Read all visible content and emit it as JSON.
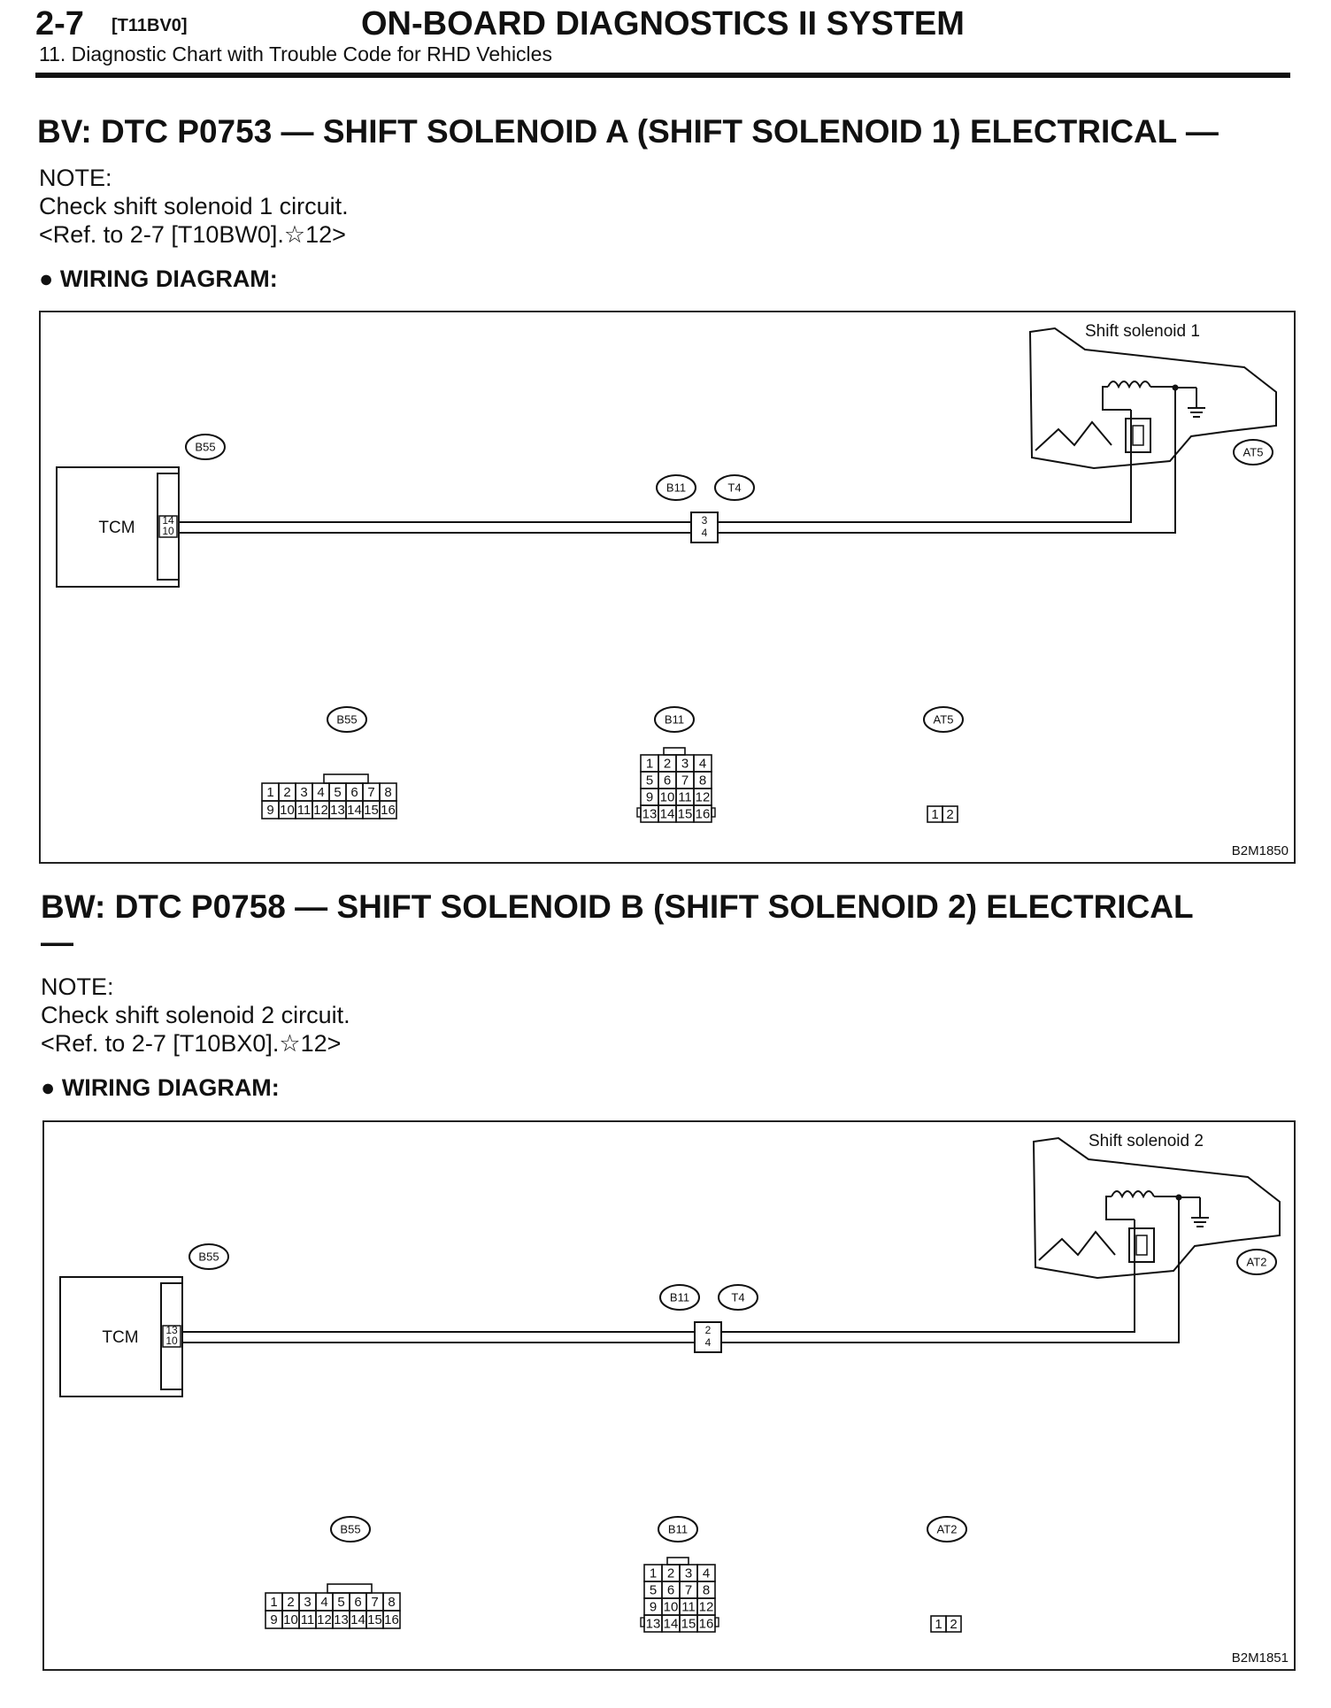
{
  "header": {
    "section_number": "2-7",
    "code": "[T11BV0]",
    "title": "ON-BOARD DIAGNOSTICS II SYSTEM",
    "subtitle": "11. Diagnostic Chart with Trouble Code for RHD Vehicles"
  },
  "sections": [
    {
      "title": "BV:  DTC P0753 — SHIFT SOLENOID A (SHIFT SOLENOID 1) ELECTRICAL —",
      "note_label": "NOTE:",
      "note_lines": [
        "Check shift solenoid 1 circuit.",
        "<Ref. to 2-7 [T10BW0].☆12>"
      ],
      "wiring_label": "WIRING DIAGRAM:",
      "diagram": {
        "tcm_label": "TCM",
        "tcm_connector": "B55",
        "tcm_pins": [
          "14",
          "10"
        ],
        "mid_connectors": [
          "B11",
          "T4"
        ],
        "mid_pins": [
          "3",
          "4"
        ],
        "solenoid_label": "Shift solenoid 1",
        "solenoid_connector": "AT5",
        "legend_connectors": [
          "B55",
          "B11",
          "AT5"
        ],
        "b55_pins_top": [
          "1",
          "2",
          "3",
          "4",
          "5",
          "6",
          "7",
          "8"
        ],
        "b55_pins_bottom": [
          "9",
          "10",
          "11",
          "12",
          "13",
          "14",
          "15",
          "16"
        ],
        "b11_pins": [
          [
            "1",
            "2",
            "3",
            "4"
          ],
          [
            "5",
            "6",
            "7",
            "8"
          ],
          [
            "9",
            "10",
            "11",
            "12"
          ],
          [
            "13",
            "14",
            "15",
            "16"
          ]
        ],
        "solenoid_pins": [
          "1",
          "2"
        ],
        "figure_code": "B2M1850"
      }
    },
    {
      "title": "BW:  DTC P0758 — SHIFT SOLENOID B (SHIFT SOLENOID 2) ELECTRICAL",
      "title_cont": "—",
      "note_label": "NOTE:",
      "note_lines": [
        "Check shift solenoid 2 circuit.",
        "<Ref. to 2-7 [T10BX0].☆12>"
      ],
      "wiring_label": "WIRING DIAGRAM:",
      "diagram": {
        "tcm_label": "TCM",
        "tcm_connector": "B55",
        "tcm_pins": [
          "13",
          "10"
        ],
        "mid_connectors": [
          "B11",
          "T4"
        ],
        "mid_pins": [
          "2",
          "4"
        ],
        "solenoid_label": "Shift solenoid 2",
        "solenoid_connector": "AT2",
        "legend_connectors": [
          "B55",
          "B11",
          "AT2"
        ],
        "b55_pins_top": [
          "1",
          "2",
          "3",
          "4",
          "5",
          "6",
          "7",
          "8"
        ],
        "b55_pins_bottom": [
          "9",
          "10",
          "11",
          "12",
          "13",
          "14",
          "15",
          "16"
        ],
        "b11_pins": [
          [
            "1",
            "2",
            "3",
            "4"
          ],
          [
            "5",
            "6",
            "7",
            "8"
          ],
          [
            "9",
            "10",
            "11",
            "12"
          ],
          [
            "13",
            "14",
            "15",
            "16"
          ]
        ],
        "solenoid_pins": [
          "1",
          "2"
        ],
        "figure_code": "B2M1851"
      }
    }
  ]
}
